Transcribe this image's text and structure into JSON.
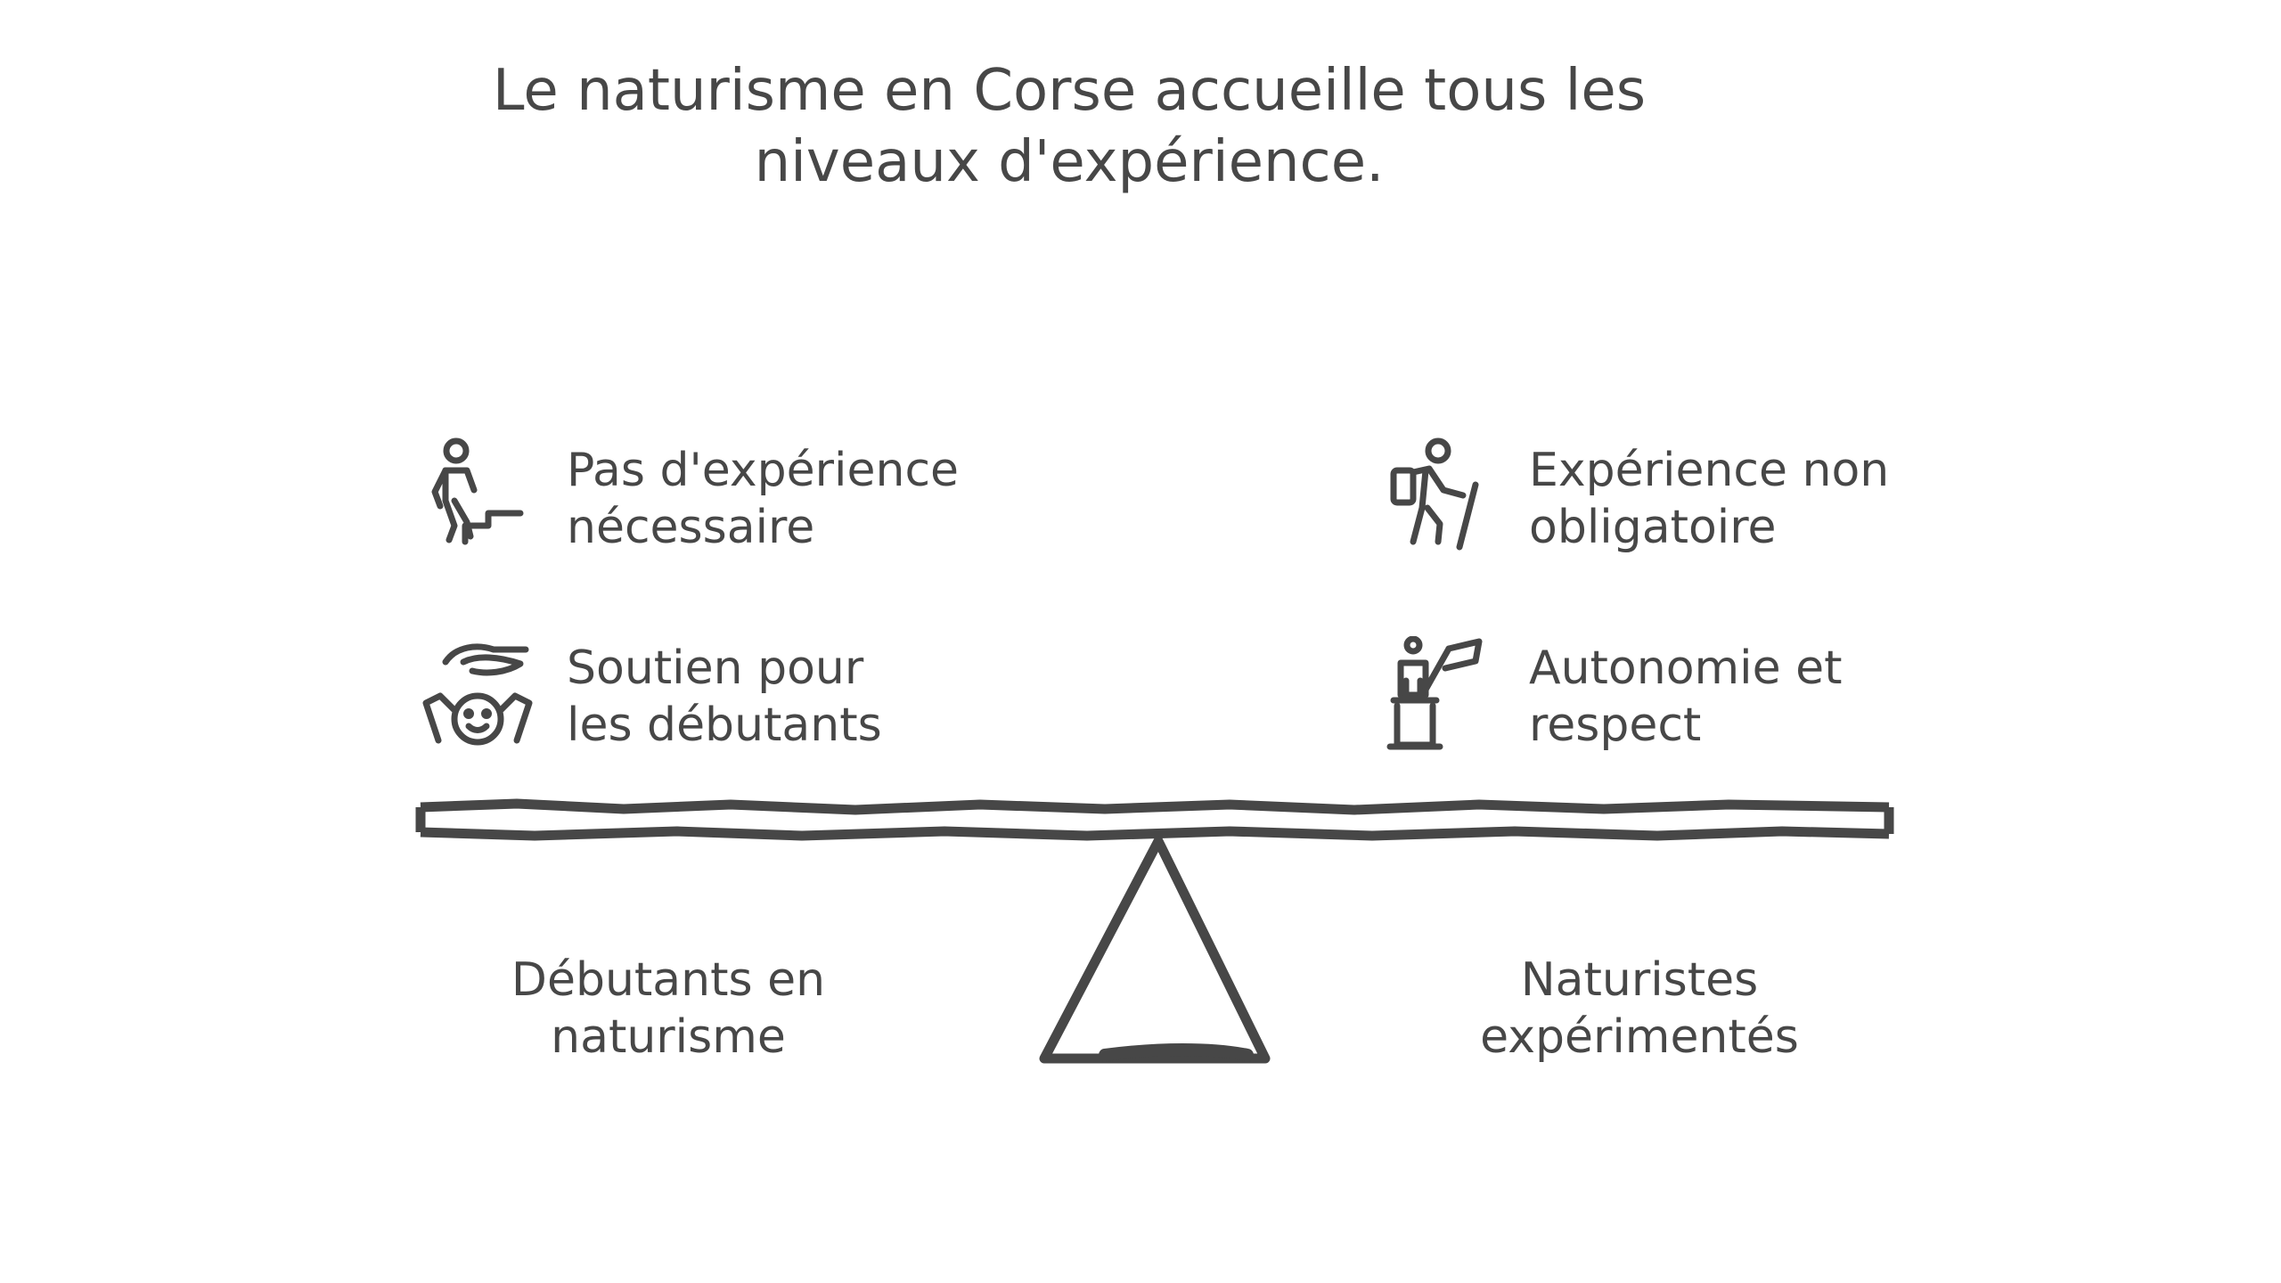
{
  "title": {
    "line1": "Le naturisme en Corse accueille tous les",
    "line2": "niveaux d'expérience."
  },
  "left_items": [
    {
      "line1": "Pas d'expérience",
      "line2": "nécessaire",
      "icon": "walking-step-icon"
    },
    {
      "line1": "Soutien pour",
      "line2": "les débutants",
      "icon": "helping-hand-icon"
    }
  ],
  "right_items": [
    {
      "line1": "Expérience non",
      "line2": "obligatoire",
      "icon": "hiker-icon"
    },
    {
      "line1": "Autonomie et",
      "line2": "respect",
      "icon": "person-flag-icon"
    }
  ],
  "left_side": {
    "line1": "Débutants en",
    "line2": "naturisme"
  },
  "right_side": {
    "line1": "Naturistes",
    "line2": "expérimentés"
  },
  "colors": {
    "stroke": "#474747",
    "background": "#ffffff"
  }
}
